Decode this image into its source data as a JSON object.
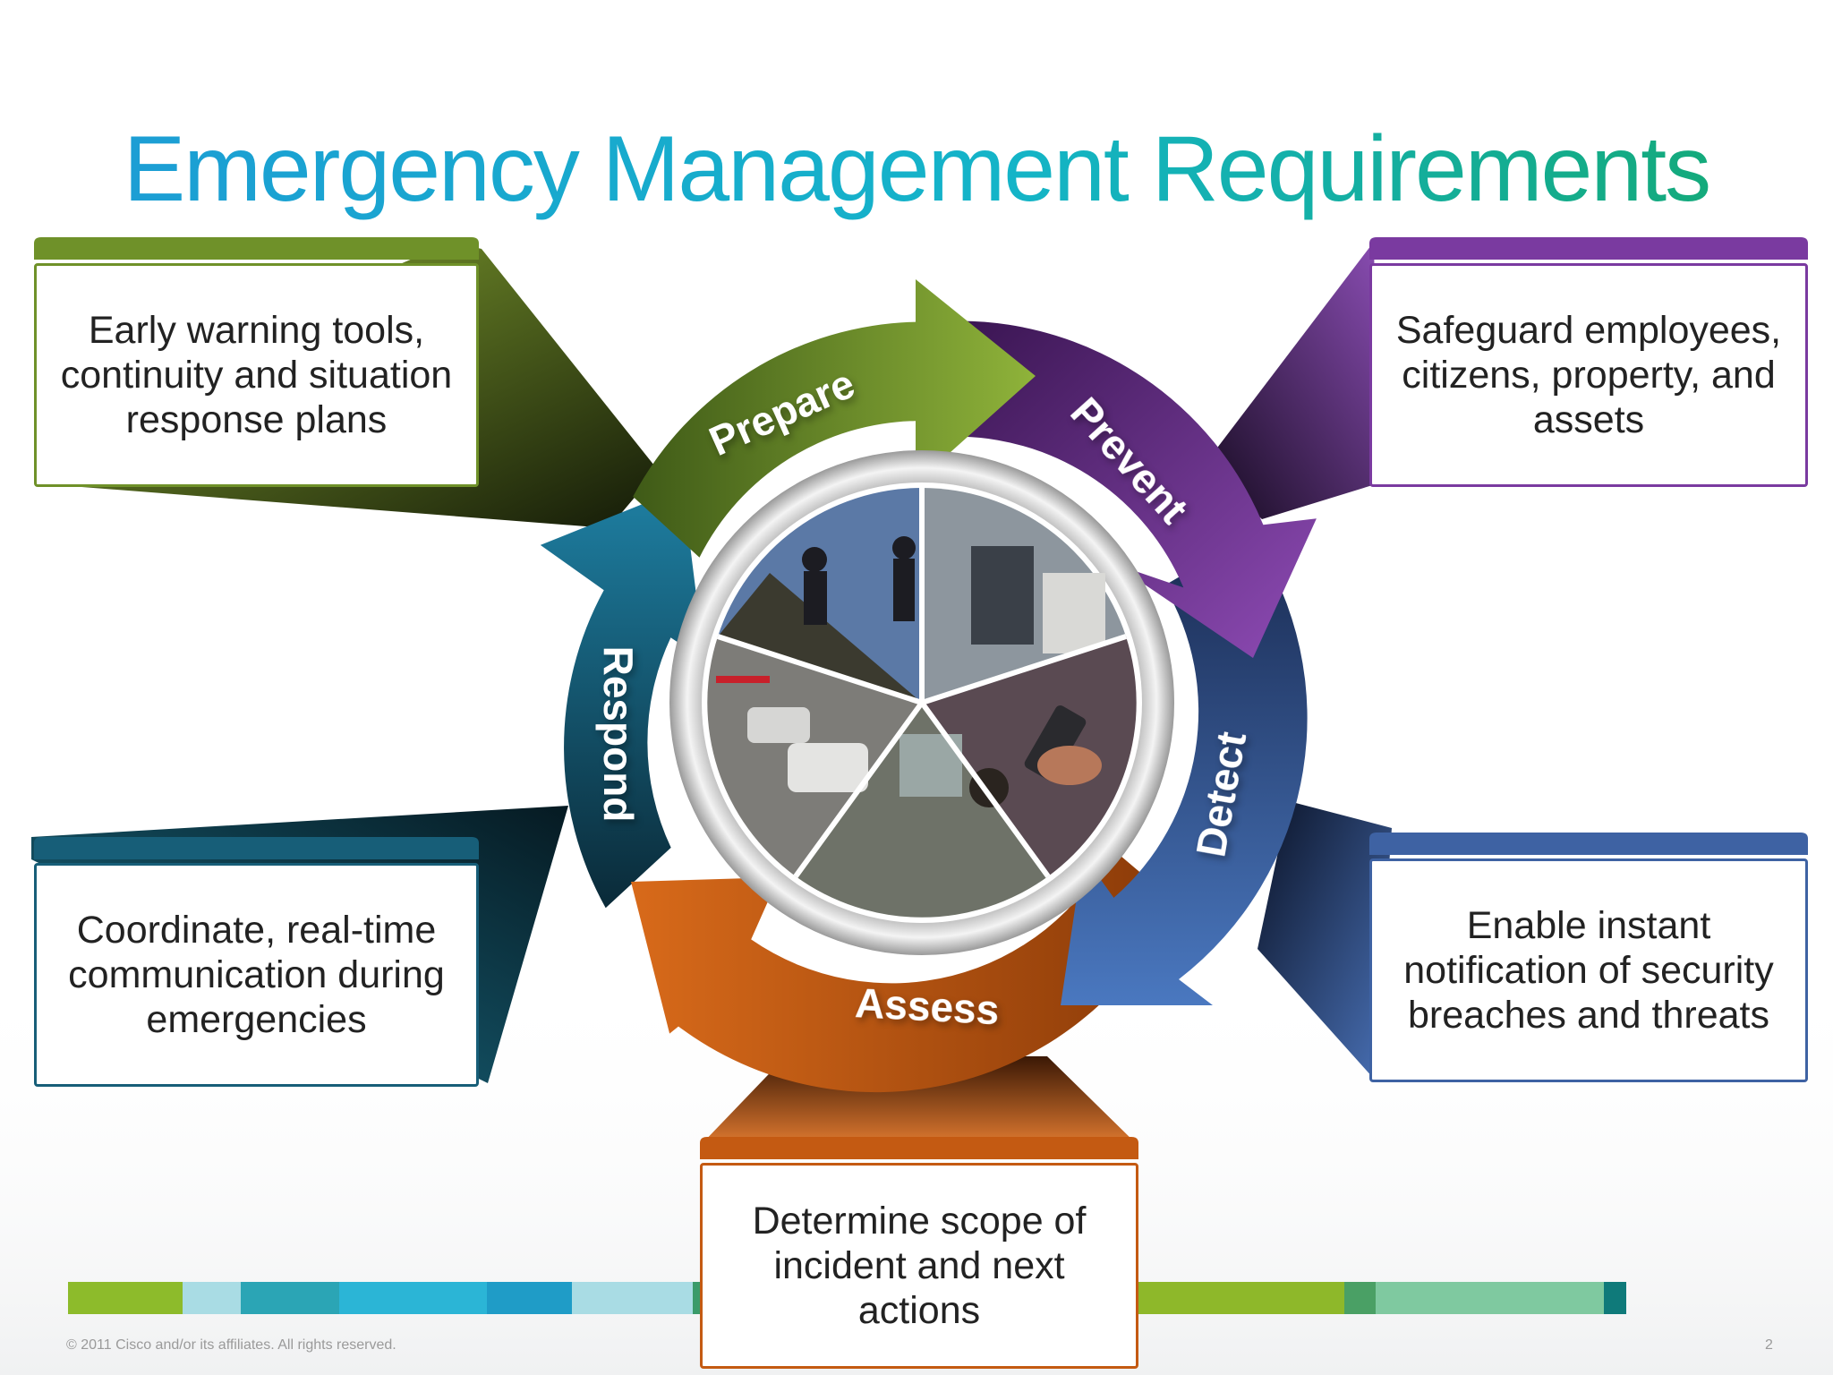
{
  "slide": {
    "title": "Emergency Management Requirements",
    "copyright": "© 2011 Cisco and/or its affiliates. All rights reserved.",
    "page_number": "2"
  },
  "cycle": {
    "phases": [
      {
        "id": "prepare",
        "label": "Prepare",
        "color": "#6b8e23"
      },
      {
        "id": "prevent",
        "label": "Prevent",
        "color": "#6a2d8c"
      },
      {
        "id": "detect",
        "label": "Detect",
        "color": "#3e66a8"
      },
      {
        "id": "assess",
        "label": "Assess",
        "color": "#c0550e"
      },
      {
        "id": "respond",
        "label": "Respond",
        "color": "#125b74"
      }
    ]
  },
  "callouts": {
    "prepare": "Early warning tools, continuity and situation response plans",
    "prevent": "Safeguard employees, citizens, property, and assets",
    "detect": "Enable instant notification of security breaches and threats",
    "assess": "Determine scope of incident and next actions",
    "respond": "Coordinate, real-time communication during emergencies"
  },
  "footer_stripe_colors": [
    "#8dbb2b",
    "#a9dce4",
    "#2ba5b5",
    "#2bb5d6",
    "#1f9cc7",
    "#a9dce4",
    "#3a9b6a",
    "#b9dc8a",
    "#c7d62a",
    "#8eb82a",
    "#4aa065",
    "#7fc9a0",
    "#0f7a7a"
  ]
}
